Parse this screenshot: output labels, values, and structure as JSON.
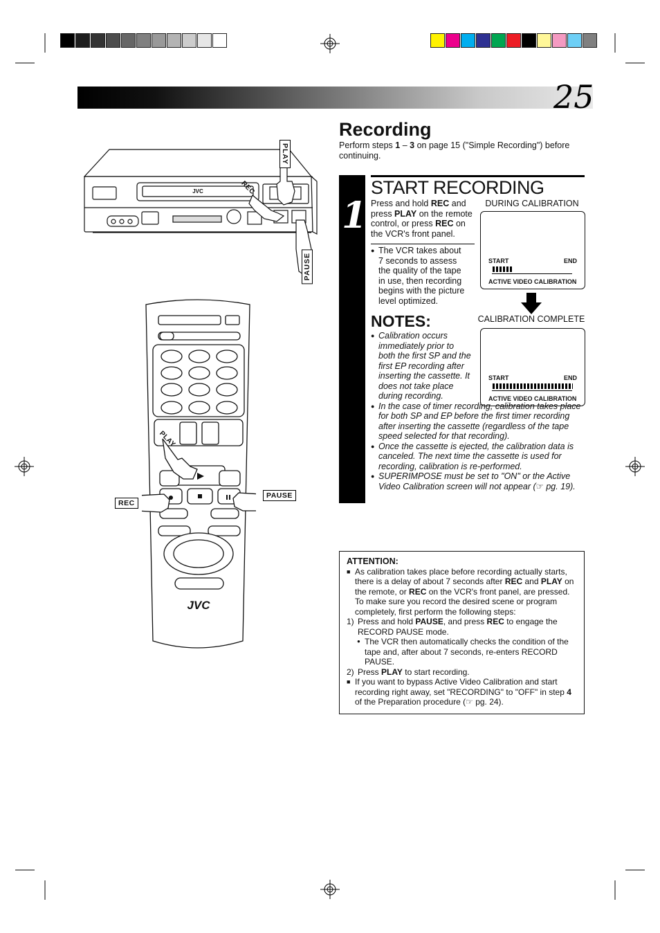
{
  "page": {
    "number": "25",
    "title": "Recording",
    "intro": {
      "text_a": "Perform steps ",
      "step_from": "1",
      "dash": " – ",
      "step_to": "3",
      "text_b": " on page 15 (\"Simple Recording\") before continuing."
    }
  },
  "colors": {
    "gray_swatches": [
      "#000000",
      "#1e1e1e",
      "#333333",
      "#4d4d4d",
      "#666666",
      "#808080",
      "#999999",
      "#b3b3b3",
      "#cccccc",
      "#e6e6e6",
      "#ffffff"
    ],
    "color_swatches": [
      "#fff200",
      "#ec008c",
      "#00aeef",
      "#2e3192",
      "#00a651",
      "#ed1c24",
      "#000000",
      "#fff799",
      "#f49ac1",
      "#6dcff6",
      "#808080"
    ]
  },
  "step": {
    "number": "1",
    "title": "START RECORDING",
    "instruction": {
      "t1": "Press and hold ",
      "rec1": "REC",
      "t2": " and press ",
      "play": "PLAY",
      "t3": " on the remote control, or press ",
      "rec2": "REC",
      "t4": " on the VCR's front panel."
    },
    "bullets": [
      "The VCR takes about 7 seconds to assess the quality of the tape in use, then recording begins with the picture level optimized."
    ]
  },
  "screens": {
    "during_caption": "DURING CALIBRATION",
    "complete_caption": "CALIBRATION COMPLETE",
    "start_label": "START",
    "end_label": "END",
    "bar_label": "ACTIVE VIDEO CALIBRATION",
    "during_progress": 0.25,
    "complete_progress": 1.0
  },
  "notes": {
    "title": "NOTES:",
    "items": [
      "Calibration occurs immediately prior to both the first SP and the first EP recording after inserting the cassette. It does not take place during recording.",
      "In the case of timer recording, calibration takes place for both SP and EP before the first timer recording after inserting the cassette (regardless of the tape speed selected for that recording).",
      "Once the cassette is ejected, the calibration data is canceled. The next time the cassette is used for recording, calibration is re-performed.",
      "SUPERIMPOSE must be set to \"ON\" or the Active Video Calibration screen will not appear (☞ pg. 19)."
    ]
  },
  "attention": {
    "title": "ATTENTION:",
    "p1": {
      "t1": "As calibration takes place before recording actually starts, there is a delay of about 7 seconds after ",
      "rec": "REC",
      "t2": " and ",
      "play": "PLAY",
      "t3": " on the remote, or ",
      "rec2": "REC",
      "t4": " on the VCR's front panel, are pressed. To make sure you record the desired scene or program completely, first perform the following steps:"
    },
    "s1": {
      "label": "1)",
      "t1": "Press and hold ",
      "pause": "PAUSE",
      "t2": ", and press ",
      "rec": "REC",
      "t3": " to engage the RECORD PAUSE mode."
    },
    "s1_sub": "The VCR then automatically checks the condition of the tape and, after about 7 seconds, re-enters RECORD PAUSE.",
    "s2": {
      "label": "2)",
      "t1": "Press ",
      "play": "PLAY",
      "t2": " to start recording."
    },
    "p2": {
      "t1": "If you want to bypass Active Video Calibration and start recording right away, set \"RECORDING\" to \"OFF\" in step ",
      "step": "4",
      "t2": " of the Preparation procedure (☞ pg. 24)."
    }
  },
  "illustration": {
    "vcr_brand": "JVC",
    "remote_brand": "JVC",
    "label_play": "PLAY",
    "label_rec": "REC",
    "label_pause": "PAUSE"
  }
}
